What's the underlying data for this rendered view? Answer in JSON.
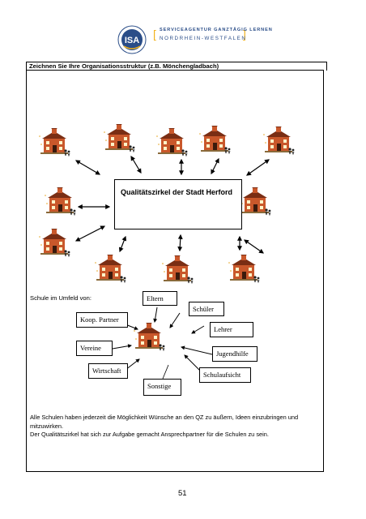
{
  "header": {
    "logo_letters": "ISA",
    "logo_ring_text": "INSTITUT FÜR SOZIALE ARBEIT e.V.",
    "org_line1": "SERVICEAGENTUR GANZTÄGIG LERNEN",
    "org_line2": "NORDRHEIN-WESTFALEN",
    "colors": {
      "brand_blue": "#2a4d88",
      "brand_yellow": "#f2b21c"
    }
  },
  "page_title": "Zeichnen Sie Ihre Organisationsstruktur (z.B. Mönchengladbach)",
  "diagram": {
    "center_title": "Qualitätszirkel der Stadt Herford",
    "school_icon": "school-house-icon",
    "school_count_network": 11,
    "environment_label": "Schule im Umfeld von:",
    "partners": {
      "eltern": "Eltern",
      "schueler": "Schüler",
      "koop": "Koop. Partner",
      "lehrer": "Lehrer",
      "vereine": "Vereine",
      "jugendhilfe": "Jugendhilfe",
      "wirtschaft": "Wirtschaft",
      "schulaufsicht": "Schulaufsicht",
      "sonstige": "Sonstige"
    }
  },
  "body": {
    "paragraph1": "Alle Schulen haben jederzeit die Möglichkeit Wünsche an den QZ zu äußern, Ideen einzubringen und mitzuwirken.",
    "paragraph2": "Der Qualitätszirkel hat sich zur Aufgabe gemacht Ansprechpartner für die Schulen zu sein."
  },
  "page_number": "51"
}
